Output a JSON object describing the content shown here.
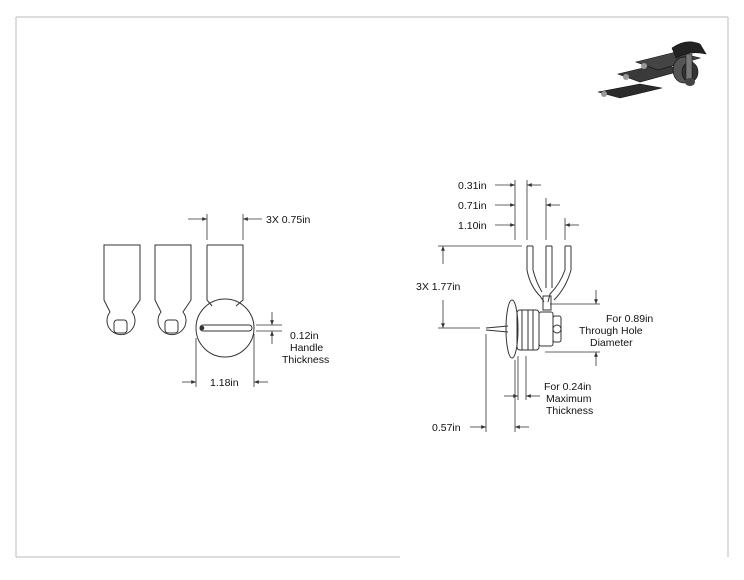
{
  "front_view": {
    "tab_width": "3X 0.75in",
    "handle_thickness": "0.12in",
    "handle_thickness_note_1": "Handle",
    "handle_thickness_note_2": "Thickness",
    "handle_length": "1.18in"
  },
  "side_view": {
    "offset_1": "0.31in",
    "offset_2": "0.71in",
    "offset_3": "1.10in",
    "tab_length": "3X 1.77in",
    "hole_line_1": "For 0.89in",
    "hole_line_2": "Through Hole",
    "hole_line_3": "Diameter",
    "max_thick_line_1": "For 0.24in",
    "max_thick_line_2": "Maximum",
    "max_thick_line_3": "Thickness",
    "body_length": "0.57in"
  },
  "colors": {
    "line": "#333333",
    "part_dark": "#2b2b2b",
    "border": "#bbbbbb"
  }
}
